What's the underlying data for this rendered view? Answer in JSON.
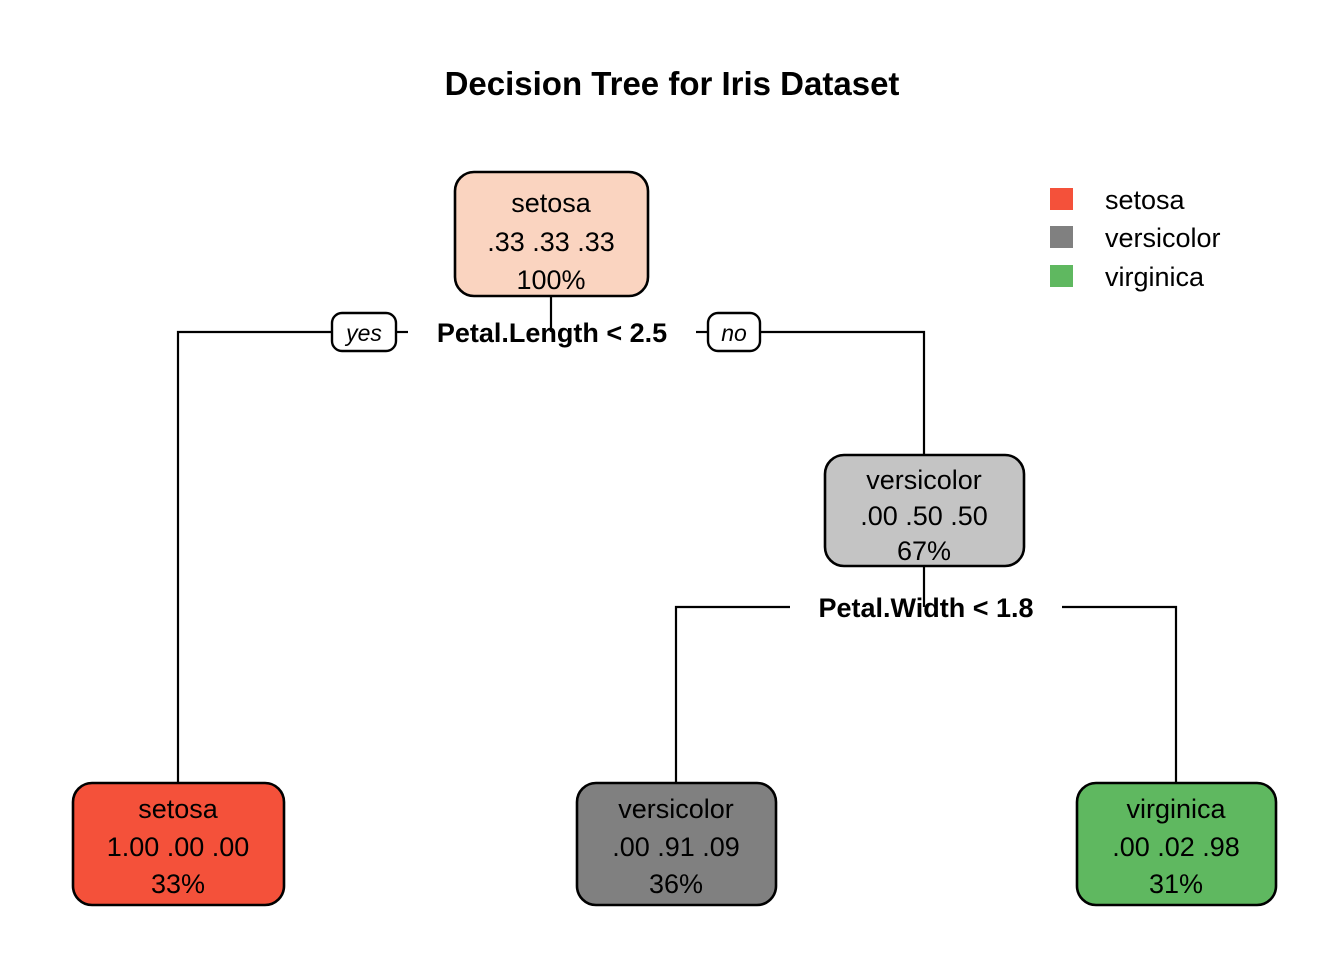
{
  "title": "Decision Tree for Iris Dataset",
  "colors": {
    "setosa": "#F4513A",
    "versicolor": "#808080",
    "virginica": "#5FB860",
    "root_fill": "#FAD4C0",
    "internal_fill": "#C4C4C4",
    "leaf_versicolor_fill": "#808080",
    "border": "#000000",
    "background": "#FFFFFF"
  },
  "chart_data": {
    "type": "diagram",
    "subtype": "decision-tree",
    "title": "Decision Tree for Iris Dataset",
    "class_order": [
      "setosa",
      "versicolor",
      "virginica"
    ],
    "nodes": [
      {
        "id": "root",
        "role": "root",
        "predicted_class": "setosa",
        "probabilities": [
          0.33,
          0.33,
          0.33
        ],
        "prob_text": ".33  .33  .33",
        "percent": "100%",
        "fill": "#FAD4C0"
      },
      {
        "id": "n3",
        "role": "internal",
        "predicted_class": "versicolor",
        "probabilities": [
          0.0,
          0.5,
          0.5
        ],
        "prob_text": ".00  .50  .50",
        "percent": "67%",
        "fill": "#C4C4C4"
      },
      {
        "id": "leaf_setosa",
        "role": "leaf",
        "predicted_class": "setosa",
        "probabilities": [
          1.0,
          0.0,
          0.0
        ],
        "prob_text": "1.00  .00  .00",
        "percent": "33%",
        "fill": "#F4513A"
      },
      {
        "id": "leaf_versicolor",
        "role": "leaf",
        "predicted_class": "versicolor",
        "probabilities": [
          0.0,
          0.91,
          0.09
        ],
        "prob_text": ".00  .91  .09",
        "percent": "36%",
        "fill": "#808080"
      },
      {
        "id": "leaf_virginica",
        "role": "leaf",
        "predicted_class": "virginica",
        "probabilities": [
          0.0,
          0.02,
          0.98
        ],
        "prob_text": ".00  .02  .98",
        "percent": "31%",
        "fill": "#5FB860"
      }
    ],
    "splits": [
      {
        "id": "split1",
        "label": "Petal.Length < 2.5",
        "yes_label": "yes",
        "no_label": "no",
        "yes_child": "leaf_setosa",
        "no_child": "n3"
      },
      {
        "id": "split2",
        "label": "Petal.Width < 1.8",
        "yes_label": "",
        "no_label": "",
        "yes_child": "leaf_versicolor",
        "no_child": "leaf_virginica"
      }
    ],
    "legend": {
      "position": "top-right",
      "entries": [
        {
          "label": "setosa",
          "color": "#F4513A"
        },
        {
          "label": "versicolor",
          "color": "#808080"
        },
        {
          "label": "virginica",
          "color": "#5FB860"
        }
      ]
    }
  },
  "tree": {
    "root": {
      "class_label": "setosa",
      "probs": ".33  .33  .33",
      "percent": "100%"
    },
    "internal_versicolor": {
      "class_label": "versicolor",
      "probs": ".00  .50  .50",
      "percent": "67%"
    },
    "leaf_setosa": {
      "class_label": "setosa",
      "probs": "1.00  .00  .00",
      "percent": "33%"
    },
    "leaf_versicolor": {
      "class_label": "versicolor",
      "probs": ".00  .91  .09",
      "percent": "36%"
    },
    "leaf_virginica": {
      "class_label": "virginica",
      "probs": ".00  .02  .98",
      "percent": "31%"
    },
    "split1": {
      "label": "Petal.Length < 2.5",
      "yes": "yes",
      "no": "no"
    },
    "split2": {
      "label": "Petal.Width < 1.8"
    }
  },
  "legend": {
    "items": [
      {
        "label": "setosa"
      },
      {
        "label": "versicolor"
      },
      {
        "label": "virginica"
      }
    ]
  }
}
